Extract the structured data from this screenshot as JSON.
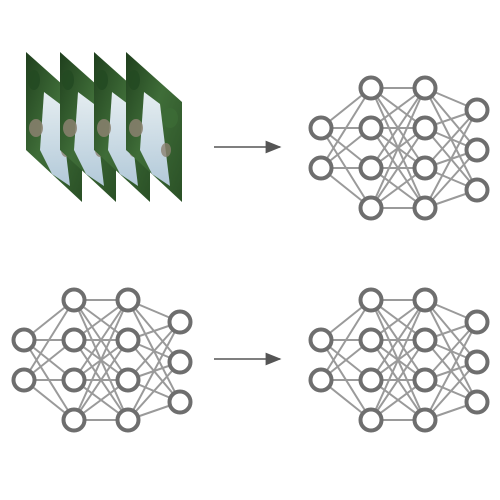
{
  "diagram": {
    "network_layers": [
      2,
      4,
      4,
      3
    ],
    "colors": {
      "node_stroke": "#6e6e6e",
      "edge": "#9a9a9a",
      "arrow": "#555555",
      "foliage_dark": "#234a22",
      "foliage_mid": "#3c6b36",
      "water": "#d7e4f0",
      "rock": "#8b8170"
    },
    "panels": {
      "top_left": {
        "kind": "video-frames",
        "frame_count": 4
      },
      "top_right": {
        "kind": "neural-network"
      },
      "bottom_left": {
        "kind": "neural-network"
      },
      "bottom_right": {
        "kind": "neural-network"
      }
    },
    "arrows": [
      {
        "from": "top_left",
        "to": "top_right"
      },
      {
        "from": "bottom_left",
        "to": "bottom_right"
      }
    ]
  }
}
